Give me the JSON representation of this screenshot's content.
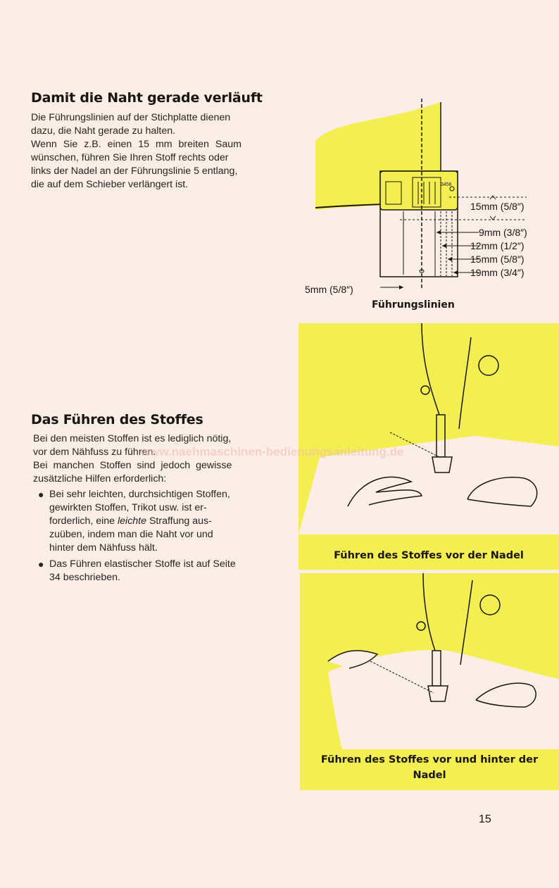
{
  "section1": {
    "heading": "Damit die Naht gerade verläuft",
    "lines": [
      "Die Führungslinien auf der Stichplatte dienen",
      "dazu, die Naht gerade zu halten.",
      "Wenn Sie z.B. einen 15 mm breiten Saum",
      "wünschen, führen Sie Ihren Stoff rechts oder",
      "links der Nadel an der Führungslinie 5 entlang,",
      "die auf dem Schieber verlängert ist."
    ]
  },
  "diagram": {
    "plate_numbers": "3456",
    "labels": {
      "top": "15mm (5/8″)",
      "m9": "9mm (3/8″)",
      "m12": "12mm (1/2″)",
      "m15": "15mm (5/8″)",
      "m19": "19mm (3/4″)",
      "m5": "5mm (5/8″)"
    },
    "title": "Führungslinien"
  },
  "section2": {
    "heading": "Das Führen des Stoffes",
    "lines": [
      "Bei den meisten Stoffen ist es lediglich nötig,",
      "vor dem Nähfuss zu führen.",
      "Bei manchen Stoffen sind jedoch gewisse",
      "zusätzliche Hilfen erforderlich:"
    ],
    "bullets": [
      {
        "l1": "Bei sehr leichten, durchsichtigen Stoffen,",
        "l2": "gewirkten Stoffen, Trikot usw. ist er-",
        "l3a": "forderlich, eine ",
        "l3b": "leichte",
        "l3c": " Straffung aus-",
        "l4": "zuüben, indem man die Naht vor und",
        "l5": "hinter dem Nähfuss hält."
      },
      {
        "l1": "Das Führen elastischer Stoffe ist auf Seite",
        "l2": "34 beschrieben."
      }
    ]
  },
  "figures": {
    "fig1_caption": "Führen des Stoffes vor der Nadel",
    "fig2_caption_l1": "Führen des Stoffes vor und hinter der",
    "fig2_caption_l2": "Nadel"
  },
  "watermark": "www.naehmaschinen-bedienungsanleitung.de",
  "page_number": "15",
  "colors": {
    "paper": "#fbeee6",
    "yellow": "#f3ef52",
    "ink": "#1f1a17"
  }
}
